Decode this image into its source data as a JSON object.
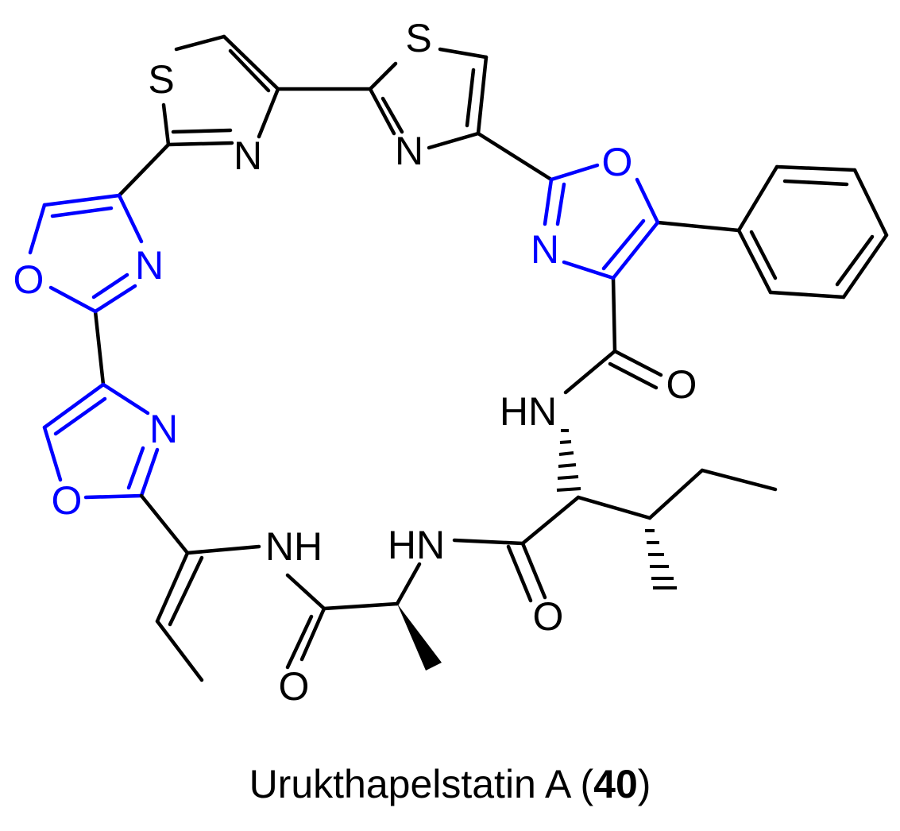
{
  "colors": {
    "ring_heteroatom_highlight": "#0000ff",
    "default": "#000000"
  },
  "caption": {
    "compound_name": "Urukthapelstatin A",
    "open_paren": " (",
    "compound_number": "40",
    "close_paren": ")"
  },
  "atoms": {
    "s_left": "S",
    "n_thiazole_left": "N",
    "s_right": "S",
    "n_thiazole_right": "N",
    "o_oxazole_right": "O",
    "n_oxazole_right": "N",
    "o_oxazole_upper_left": "O",
    "n_oxazole_upper_left": "N",
    "o_oxazole_lower_left": "O",
    "n_oxazole_lower_left": "N",
    "nh_right": "HN",
    "o_carbonyl_right": "O",
    "nh_dehydro": "NH",
    "nh_middle": "HN",
    "o_carbonyl_middle": "O",
    "o_carbonyl_bottom": "O"
  }
}
